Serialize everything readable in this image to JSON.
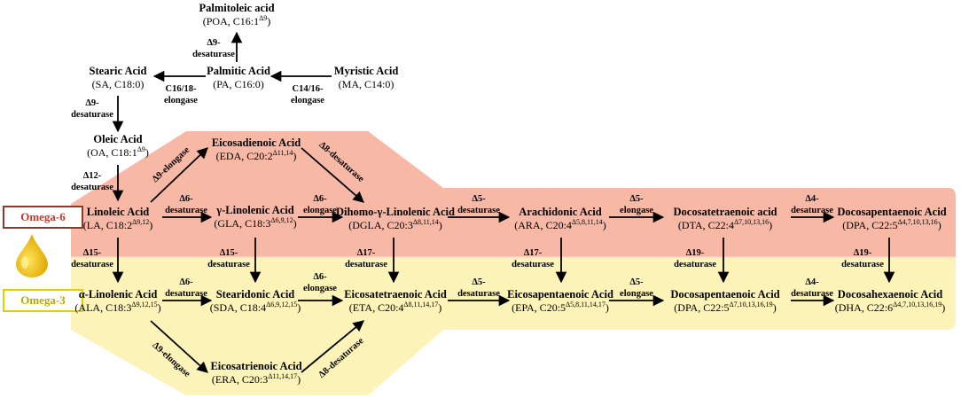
{
  "colors": {
    "omega6_band": "#f7b8a6",
    "omega3_band": "#fbf3b8",
    "omega6_label": "#c0392b",
    "omega3_label": "#b8a800",
    "drop": "#f5c400"
  },
  "legend": {
    "omega6": "Omega-6",
    "omega3": "Omega-3",
    "drop_icon": "oil-drop-icon"
  },
  "nodes": {
    "poa": {
      "name": "Palmitoleic acid",
      "abbr": "POA, C16:1",
      "sup": "Δ9"
    },
    "sa": {
      "name": "Stearic Acid",
      "abbr": "SA, C18:0",
      "sup": ""
    },
    "pa": {
      "name": "Palmitic Acid",
      "abbr": "PA, C16:0",
      "sup": ""
    },
    "ma": {
      "name": "Myristic Acid",
      "abbr": "MA, C14:0",
      "sup": ""
    },
    "oa": {
      "name": "Oleic Acid",
      "abbr": "OA, C18:1",
      "sup": "Δ9"
    },
    "eda": {
      "name": "Eicosadienoic Acid",
      "abbr": "EDA, C20:2",
      "sup": "Δ11,14"
    },
    "la": {
      "name": "Linoleic Acid",
      "abbr": "LA, C18:2",
      "sup": "Δ9,12"
    },
    "gla": {
      "name": "γ-Linolenic Acid",
      "abbr": "GLA, C18:3",
      "sup": "Δ6,9,12"
    },
    "dgla": {
      "name": "Dihomo-γ-Linolenic Acid",
      "abbr": "DGLA, C20:3",
      "sup": "Δ8,11,14"
    },
    "ara": {
      "name": "Arachidonic Acid",
      "abbr": "ARA, C20:4",
      "sup": "Δ5,8,11,14"
    },
    "dta": {
      "name": "Docosatetraenoic acid",
      "abbr": "DTA, C22:4",
      "sup": "Δ7,10,13,16"
    },
    "dpa6": {
      "name": "Docosapentaenoic Acid",
      "abbr": "DPA, C22:5",
      "sup": "Δ4,7,10,13,16"
    },
    "ala": {
      "name": "α-Linolenic Acid",
      "abbr": "ALA, C18:3",
      "sup": "Δ9,12,15"
    },
    "sda": {
      "name": "Stearidonic Acid",
      "abbr": "SDA, C18:4",
      "sup": "Δ6,9,12,15"
    },
    "eta": {
      "name": "Eicosatetraenoic Acid",
      "abbr": "ETA, C20:4",
      "sup": "Δ8,11,14,17"
    },
    "epa": {
      "name": "Eicosapentaenoic Acid",
      "abbr": "EPA, C20:5",
      "sup": "Δ5,8,11,14,17"
    },
    "dpa3": {
      "name": "Docosapentaenoic Acid",
      "abbr": "DPA, C22:5",
      "sup": "Δ7,10,13,16,19"
    },
    "dha": {
      "name": "Docosahexaenoic Acid",
      "abbr": "DHA, C22:6",
      "sup": "Δ4,7,10,13,16,19"
    },
    "era": {
      "name": "Eicosatrienoic Acid",
      "abbr": "ERA, C20:3",
      "sup": "Δ11,14,17"
    }
  },
  "enzymes": {
    "pa_poa": {
      "l1": "Δ9-",
      "l2": "desaturase"
    },
    "pa_sa": {
      "l1": "C16/18-",
      "l2": "elongase"
    },
    "ma_pa": {
      "l1": "C14/16-",
      "l2": "elongase"
    },
    "sa_oa": {
      "l1": "Δ9-",
      "l2": "desaturase"
    },
    "oa_la": {
      "l1": "Δ12-",
      "l2": "desaturase"
    },
    "la_gla": {
      "l1": "Δ6-",
      "l2": "desaturase"
    },
    "gla_dgla": {
      "l1": "Δ6-",
      "l2": "elongase"
    },
    "dgla_ara": {
      "l1": "Δ5-",
      "l2": "desaturase"
    },
    "ara_dta": {
      "l1": "Δ5-",
      "l2": "elongase"
    },
    "dta_dpa6": {
      "l1": "Δ4-",
      "l2": "desaturase"
    },
    "la_ala": {
      "l1": "Δ15-",
      "l2": "desaturase"
    },
    "gla_sda": {
      "l1": "Δ15-",
      "l2": "desaturase"
    },
    "dgla_eta": {
      "l1": "Δ17-",
      "l2": "desaturase"
    },
    "ara_epa": {
      "l1": "Δ17-",
      "l2": "desaturase"
    },
    "dta_dpa3": {
      "l1": "Δ19-",
      "l2": "desaturase"
    },
    "dpa6_dha": {
      "l1": "Δ19-",
      "l2": "desaturase"
    },
    "ala_sda": {
      "l1": "Δ6-",
      "l2": "desaturase"
    },
    "sda_eta": {
      "l1": "Δ6-",
      "l2": "elongase"
    },
    "eta_epa": {
      "l1": "Δ5-",
      "l2": "desaturase"
    },
    "epa_dpa3": {
      "l1": "Δ5-",
      "l2": "elongase"
    },
    "dpa3_dha": {
      "l1": "Δ4-",
      "l2": "desaturase"
    },
    "la_eda": {
      "l1": "Δ9-elongase"
    },
    "eda_dgla": {
      "l1": "Δ8-desaturase"
    },
    "ala_era": {
      "l1": "Δ9-elongase"
    },
    "era_eta": {
      "l1": "Δ8-desaturase"
    }
  }
}
